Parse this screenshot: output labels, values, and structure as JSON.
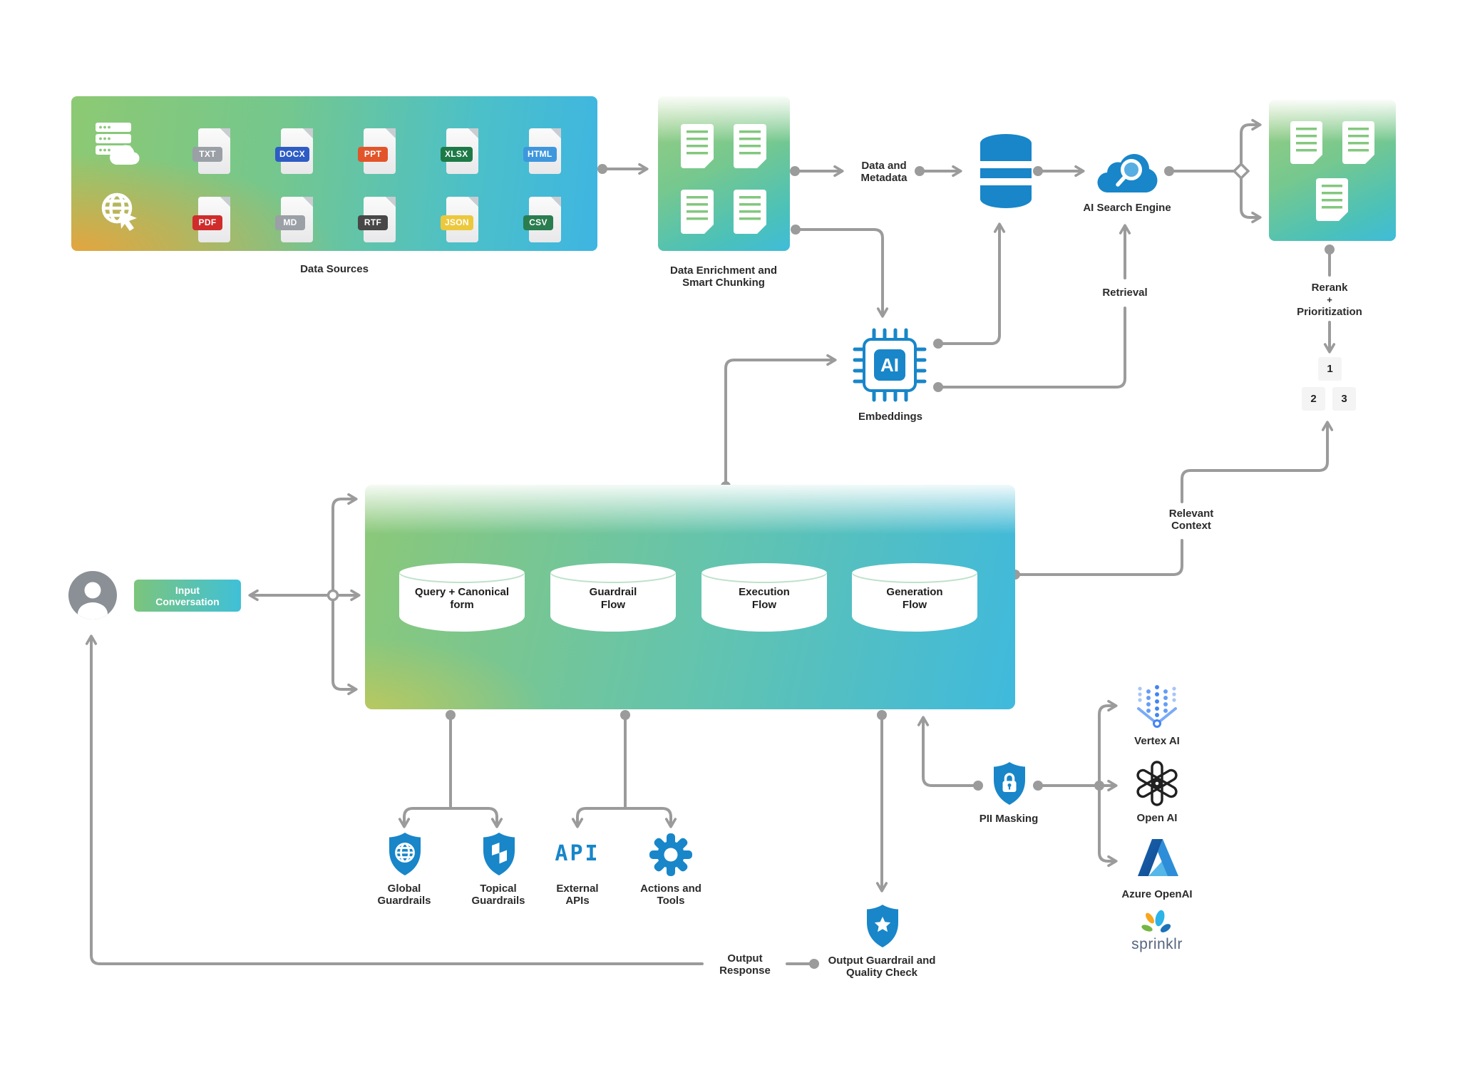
{
  "colors": {
    "accent_blue": "#1886c9",
    "line_gray": "#9b9b9b",
    "openai_black": "#202020",
    "azure_blue": "#2e8dd8",
    "sprinklr_text": "#55657e",
    "panel_green": "#8cc878",
    "panel_teal": "#3fb9dd",
    "panel_orange": "#e8a33c"
  },
  "data_sources": {
    "label": "Data Sources",
    "files": [
      {
        "label": "TXT",
        "color": "#9aa0a6"
      },
      {
        "label": "DOCX",
        "color": "#2e5cc5"
      },
      {
        "label": "PPT",
        "color": "#e2552a"
      },
      {
        "label": "XLSX",
        "color": "#1d7a47"
      },
      {
        "label": "HTML",
        "color": "#3e97dd"
      },
      {
        "label": "PDF",
        "color": "#d02c2c"
      },
      {
        "label": "MD",
        "color": "#9aa0a6"
      },
      {
        "label": "RTF",
        "color": "#474747"
      },
      {
        "label": "JSON",
        "color": "#ecc83d"
      },
      {
        "label": "CSV",
        "color": "#2a7d4f"
      }
    ]
  },
  "enrichment": {
    "label_line1": "Data Enrichment and",
    "label_line2": "Smart Chunking"
  },
  "metadata_label": {
    "line1": "Data and",
    "line2": "Metadata"
  },
  "search_engine": {
    "label": "AI Search Engine"
  },
  "retrieval_label": "Retrieval",
  "rerank": {
    "line1": "Rerank",
    "line2": "+",
    "line3": "Prioritization",
    "ranks": [
      "1",
      "2",
      "3"
    ]
  },
  "embeddings": {
    "label": "Embeddings",
    "chip_text": "AI"
  },
  "relevant_context": {
    "line1": "Relevant",
    "line2": "Context"
  },
  "input": {
    "line1": "Input",
    "line2": "Conversation"
  },
  "pipeline": {
    "cylinders": [
      {
        "line1": "Query + Canonical",
        "line2": "form"
      },
      {
        "line1": "Guardrail",
        "line2": "Flow"
      },
      {
        "line1": "Execution",
        "line2": "Flow"
      },
      {
        "line1": "Generation",
        "line2": "Flow"
      }
    ]
  },
  "tools": {
    "global": {
      "line1": "Global",
      "line2": "Guardrails"
    },
    "topical": {
      "line1": "Topical",
      "line2": "Guardrails"
    },
    "external": {
      "line1": "External",
      "line2": "APIs"
    },
    "actions": {
      "line1": "Actions and",
      "line2": "Tools"
    },
    "api_logo": "API"
  },
  "pii": {
    "label": "PII Masking"
  },
  "providers": {
    "vertex": "Vertex AI",
    "openai": "Open AI",
    "azure": "Azure OpenAI",
    "sprinklr": "sprinklr"
  },
  "output": {
    "response_line1": "Output",
    "response_line2": "Response",
    "guardrail_line1": "Output Guardrail and",
    "guardrail_line2": "Quality Check"
  }
}
